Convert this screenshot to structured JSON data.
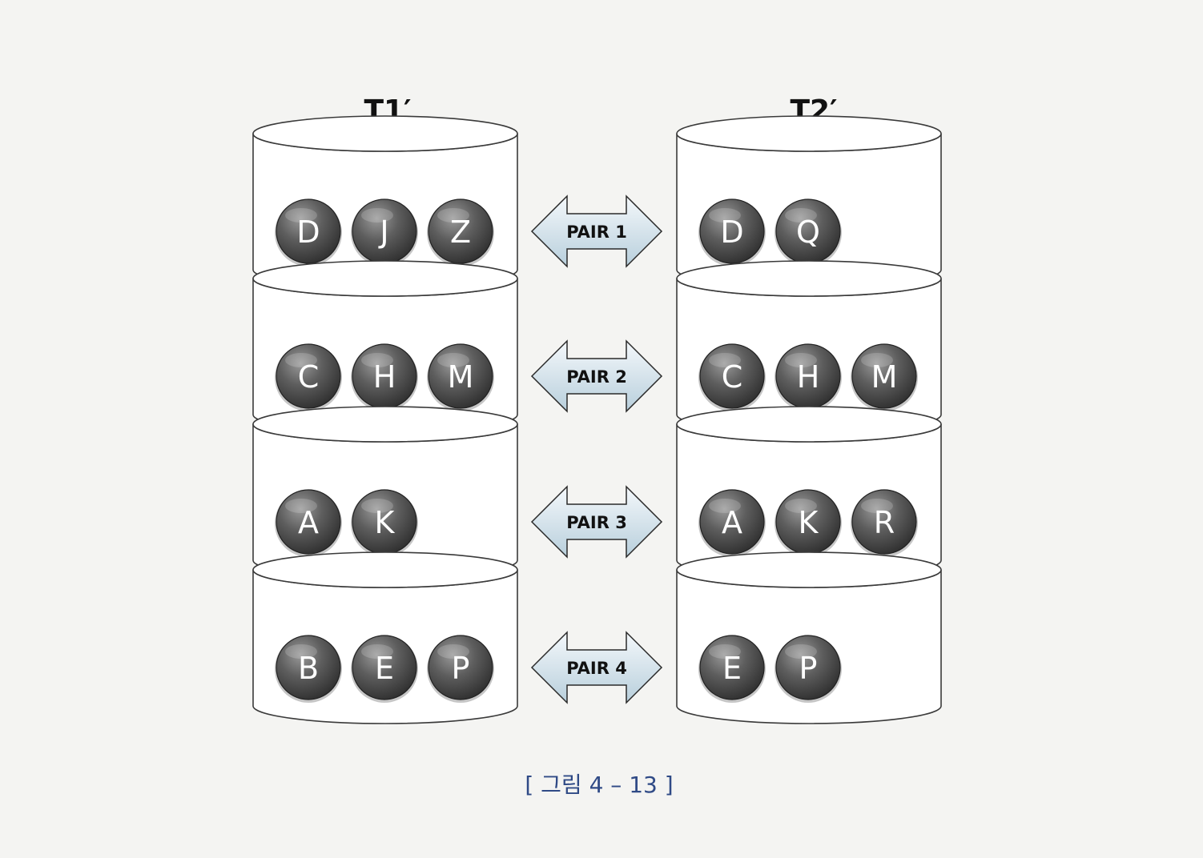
{
  "left_column": {
    "title": "T1′"
  },
  "right_column": {
    "title": "T2′"
  },
  "rows": [
    {
      "left": [
        "D",
        "J",
        "Z"
      ],
      "pair": "PAIR 1",
      "right": [
        "D",
        "Q"
      ]
    },
    {
      "left": [
        "C",
        "H",
        "M"
      ],
      "pair": "PAIR 2",
      "right": [
        "C",
        "H",
        "M"
      ]
    },
    {
      "left": [
        "A",
        "K"
      ],
      "pair": "PAIR 3",
      "right": [
        "A",
        "K",
        "R"
      ]
    },
    {
      "left": [
        "B",
        "E",
        "P"
      ],
      "pair": "PAIR 4",
      "right": [
        "E",
        "P"
      ]
    }
  ],
  "caption": "[ 그림 4 – 13 ]",
  "colors": {
    "background": "#f4f4f2",
    "cylinder_fill": "#ffffff",
    "cylinder_stroke": "#3a3a3a",
    "ball_light": "#9a9a9a",
    "ball_dark": "#2e2e2e",
    "arrow_light": "#f4f8fb",
    "arrow_dark": "#b8cfdc",
    "caption": "#2f4a86"
  },
  "icons": {
    "arrow": "double-headed-arrow-icon",
    "cylinder": "database-cylinder-icon",
    "ball": "sphere-node-icon"
  }
}
